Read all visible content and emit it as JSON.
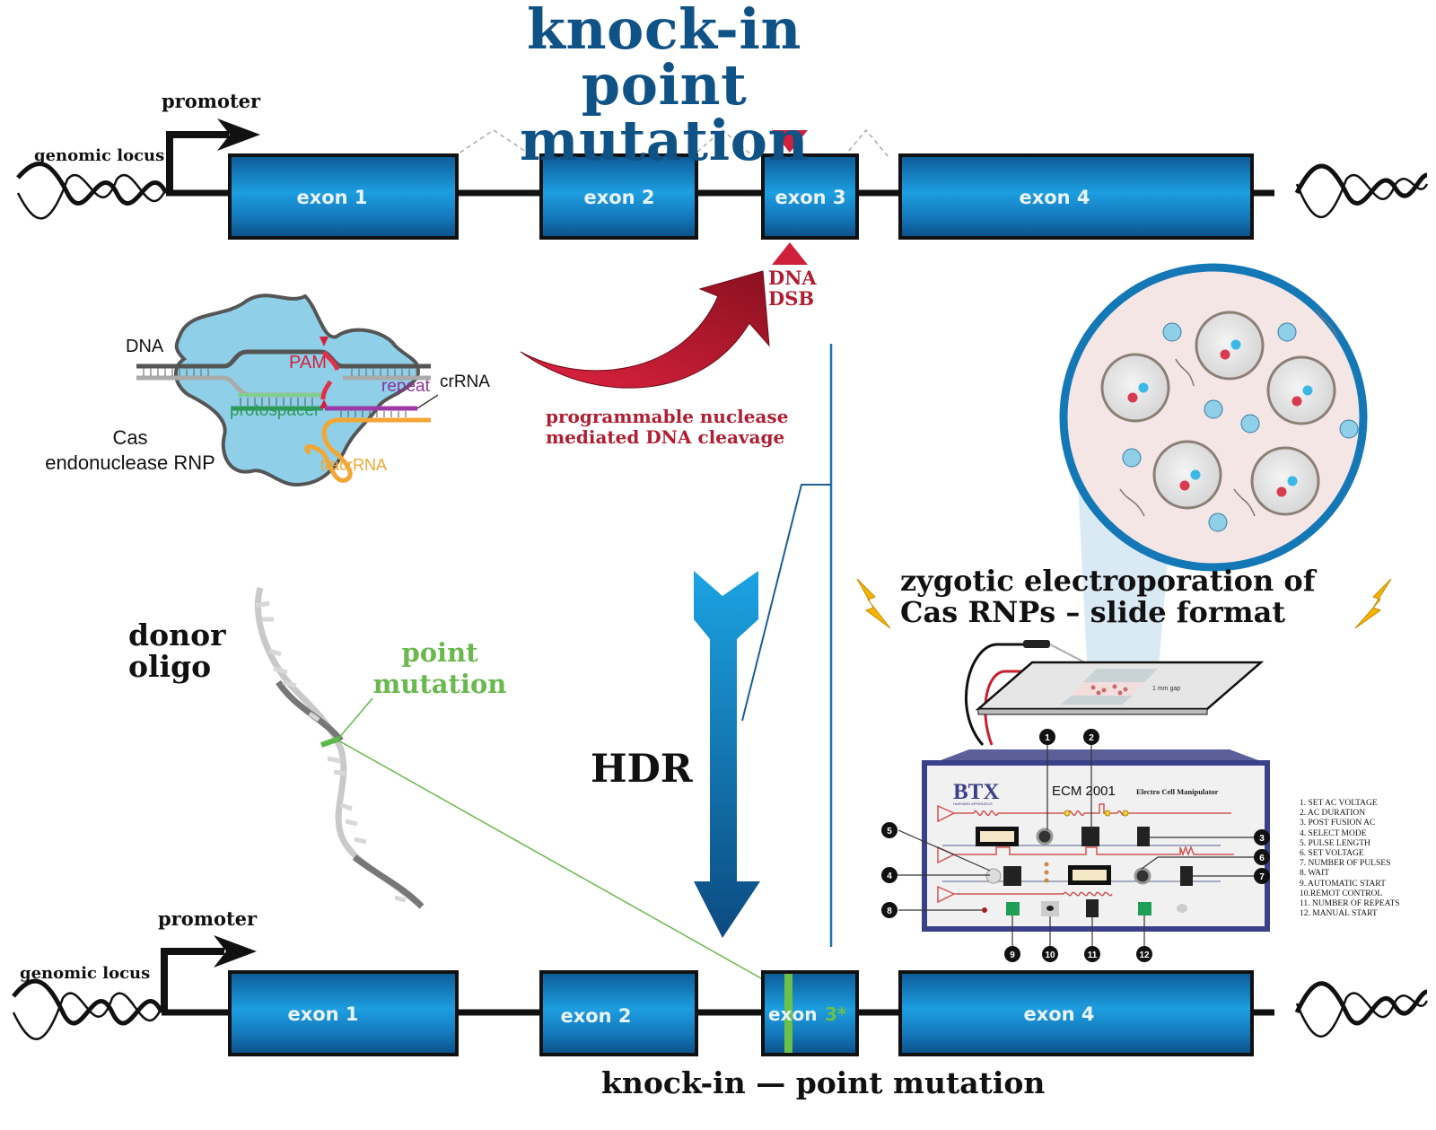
{
  "title": {
    "line1": "knock-in",
    "line2": "point mutation"
  },
  "top_locus": {
    "genomic_label": "genomic locus",
    "promoter_label": "promoter",
    "exons": [
      "exon 1",
      "exon 2",
      "exon 3",
      "exon 4"
    ],
    "cut_site_label": {
      "line1": "DNA",
      "line2": "DSB"
    }
  },
  "cas_rnp": {
    "label_line1": "Cas",
    "label_line2": "endonuclease RNP",
    "dna_label": "DNA",
    "pam_label": "PAM",
    "repeat_label": "repeat",
    "crrna_label": "crRNA",
    "protospacer_label": "protospacer",
    "tracrrna_label": "tracrRNA"
  },
  "cleavage": {
    "line1": "programmable nuclease",
    "line2": "mediated DNA cleavage"
  },
  "donor": {
    "label_line1": "donor",
    "label_line2": "oligo",
    "mutation_line1": "point",
    "mutation_line2": "mutation"
  },
  "hdr_label": "HDR",
  "electroporation": {
    "title_line1": "zygotic electroporation of",
    "title_line2": "Cas RNPs – slide format",
    "gap_label": "1 mm gap",
    "device": {
      "brand": "BTX",
      "brand_sub": "HARVARD APPARATUS",
      "model": "ECM 2001",
      "model_desc": "Electro Cell Manipulator",
      "callouts": [
        "1",
        "2",
        "3",
        "4",
        "5",
        "6",
        "7",
        "8",
        "9",
        "10",
        "11",
        "12"
      ],
      "legend": [
        "1. SET AC VOLTAGE",
        "2. AC DURATION",
        "3. POST FUSION AC",
        "4. SELECT MODE",
        "5. PULSE LENGTH",
        "6. SET VOLTAGE",
        "7. NUMBER OF PULSES",
        "8. WAIT",
        "9. AUTOMATIC START",
        "10.REMOT CONTROL",
        "11. NUMBER OF REPEATS",
        "12. MANUAL START"
      ]
    }
  },
  "bottom_locus": {
    "genomic_label": "genomic locus",
    "promoter_label": "promoter",
    "exons": [
      "exon 1",
      "exon 2",
      "exon",
      "exon 4"
    ],
    "mutated_exon_suffix": "3*",
    "caption": "knock-in — point mutation"
  },
  "colors": {
    "title_blue": "#0f5286",
    "exon_blue": "#1a8fd0",
    "cleavage_red": "#b01e32",
    "mutation_green": "#6bb84f",
    "rnp_cyan": "#8fd0e8",
    "lightning_yellow": "#f4b400"
  }
}
